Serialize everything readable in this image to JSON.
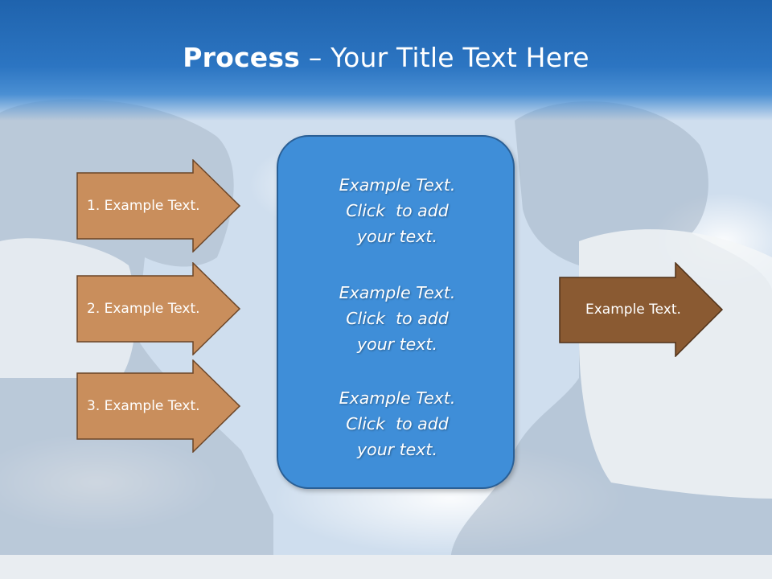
{
  "title": {
    "bold": "Process",
    "rest": " – Your Title Text Here"
  },
  "left_steps": [
    {
      "label": "1. Example Text."
    },
    {
      "label": "2. Example Text."
    },
    {
      "label": "3. Example Text."
    }
  ],
  "center_blocks": [
    {
      "line1": "Example Text.",
      "line2": "Click  to add",
      "line3": "your text."
    },
    {
      "line1": "Example Text.",
      "line2": "Click  to add",
      "line3": "your text."
    },
    {
      "line1": "Example Text.",
      "line2": "Click  to add",
      "line3": "your text."
    }
  ],
  "right_arrow": {
    "label": "Example Text."
  },
  "colors": {
    "header": "#2c75c2",
    "left_arrow_fill": "#c98e5c",
    "right_arrow_fill": "#8a5a32",
    "center_box": "#3f8ed8"
  }
}
